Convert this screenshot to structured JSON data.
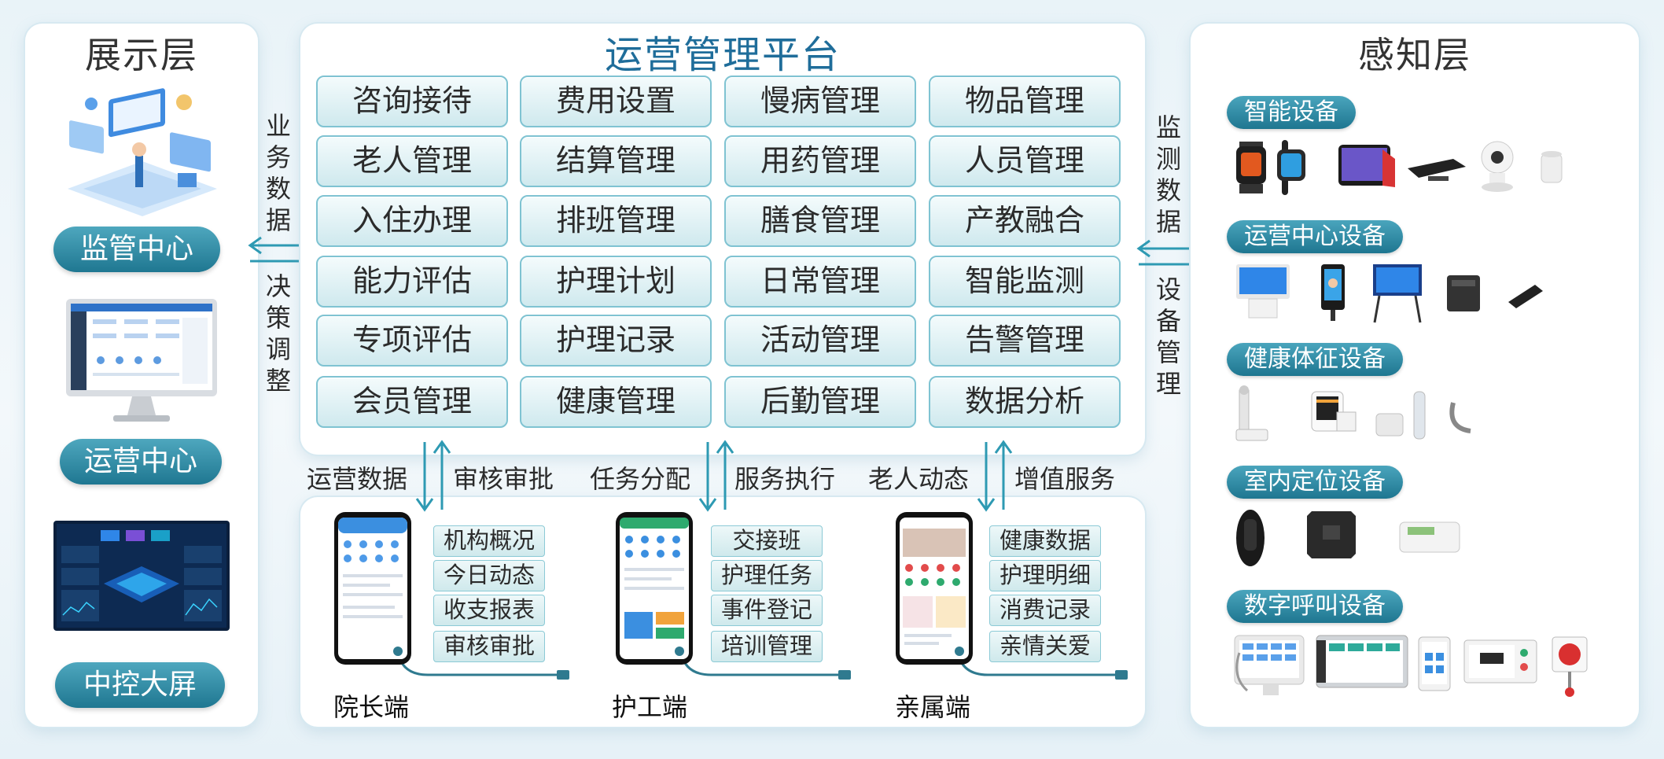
{
  "display_layer": {
    "title": "展示层",
    "items": [
      "监管中心",
      "运营中心",
      "中控大屏"
    ]
  },
  "platform": {
    "title": "运营管理平台",
    "modules": [
      [
        "咨询接待",
        "费用设置",
        "慢病管理",
        "物品管理"
      ],
      [
        "老人管理",
        "结算管理",
        "用药管理",
        "人员管理"
      ],
      [
        "入住办理",
        "排班管理",
        "膳食管理",
        "产教融合"
      ],
      [
        "能力评估",
        "护理计划",
        "日常管理",
        "智能监测"
      ],
      [
        "专项评估",
        "护理记录",
        "活动管理",
        "告警管理"
      ],
      [
        "会员管理",
        "健康管理",
        "后勤管理",
        "数据分析"
      ]
    ]
  },
  "left_arrows": {
    "top": "业务数据",
    "bottom": "决策调整"
  },
  "right_arrows": {
    "top": "监测数据",
    "bottom": "设备管理"
  },
  "flows": [
    {
      "down": "运营数据",
      "up": "审核审批"
    },
    {
      "down": "任务分配",
      "up": "服务执行"
    },
    {
      "down": "老人动态",
      "up": "增值服务"
    }
  ],
  "apps": [
    {
      "label": "院长端",
      "features": [
        "机构概况",
        "今日动态",
        "收支报表",
        "审核审批"
      ]
    },
    {
      "label": "护工端",
      "features": [
        "交接班",
        "护理任务",
        "事件登记",
        "培训管理"
      ]
    },
    {
      "label": "亲属端",
      "features": [
        "健康数据",
        "护理明细",
        "消费记录",
        "亲情关爱"
      ]
    }
  ],
  "perception_layer": {
    "title": "感知层",
    "categories": [
      "智能设备",
      "运营中心设备",
      "健康体征设备",
      "室内定位设备",
      "数字呼叫设备"
    ]
  },
  "colors": {
    "accent": "#1f7791",
    "pill_light": "#4ea7be",
    "module_border": "#7fc3d2",
    "arrow": "#2e9ab3"
  }
}
